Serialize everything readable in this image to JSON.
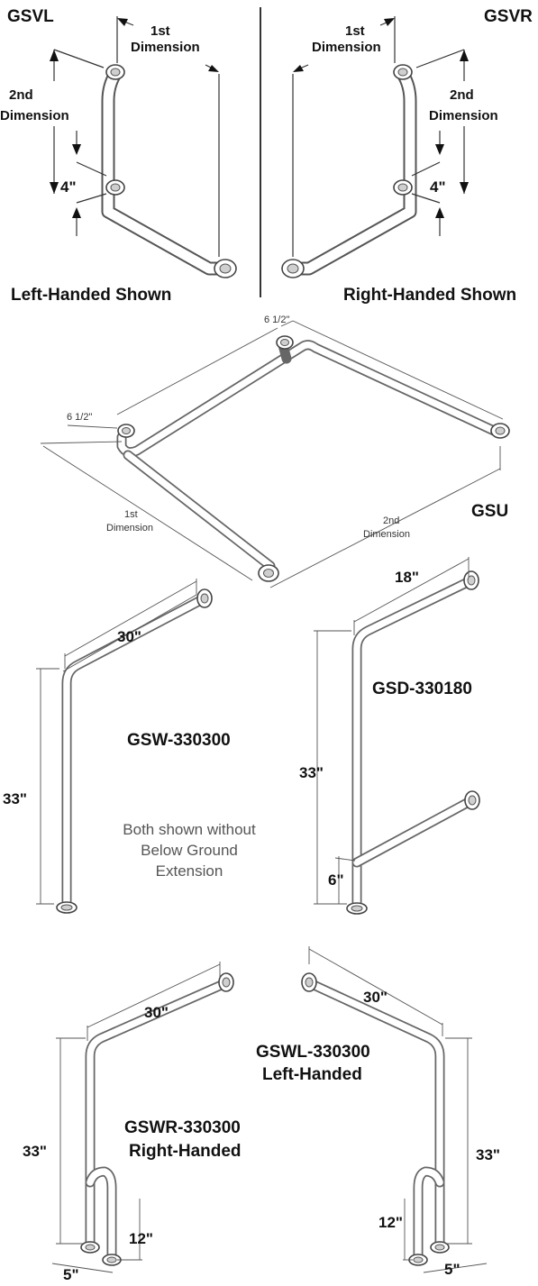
{
  "top": {
    "left_model": "GSVL",
    "right_model": "GSVR",
    "left_caption": "Left-Handed Shown",
    "right_caption": "Right-Handed Shown",
    "dim_1st_a": "1st",
    "dim_1st_b": "Dimension",
    "dim_2nd_a": "2nd",
    "dim_2nd_b": "Dimension",
    "dim_4": "4\""
  },
  "gsu": {
    "model": "GSU",
    "dim_offset": "6 1/2\"",
    "dim_1st_a": "1st",
    "dim_1st_b": "Dimension",
    "dim_2nd_a": "2nd",
    "dim_2nd_b": "Dimension"
  },
  "middle": {
    "gsw_model": "GSW-330300",
    "gsd_model": "GSD-330180",
    "dim_30": "30\"",
    "dim_33": "33\"",
    "dim_18": "18\"",
    "dim_6": "6\"",
    "note_line1": "Both shown without",
    "note_line2": "Below Ground",
    "note_line3": "Extension"
  },
  "bottom": {
    "gswr_model": "GSWR-330300",
    "gswr_hand": "Right-Handed",
    "gswl_model": "GSWL-330300",
    "gswl_hand": "Left-Handed",
    "dim_30": "30\"",
    "dim_33": "33\"",
    "dim_12": "12\"",
    "dim_5": "5\""
  }
}
